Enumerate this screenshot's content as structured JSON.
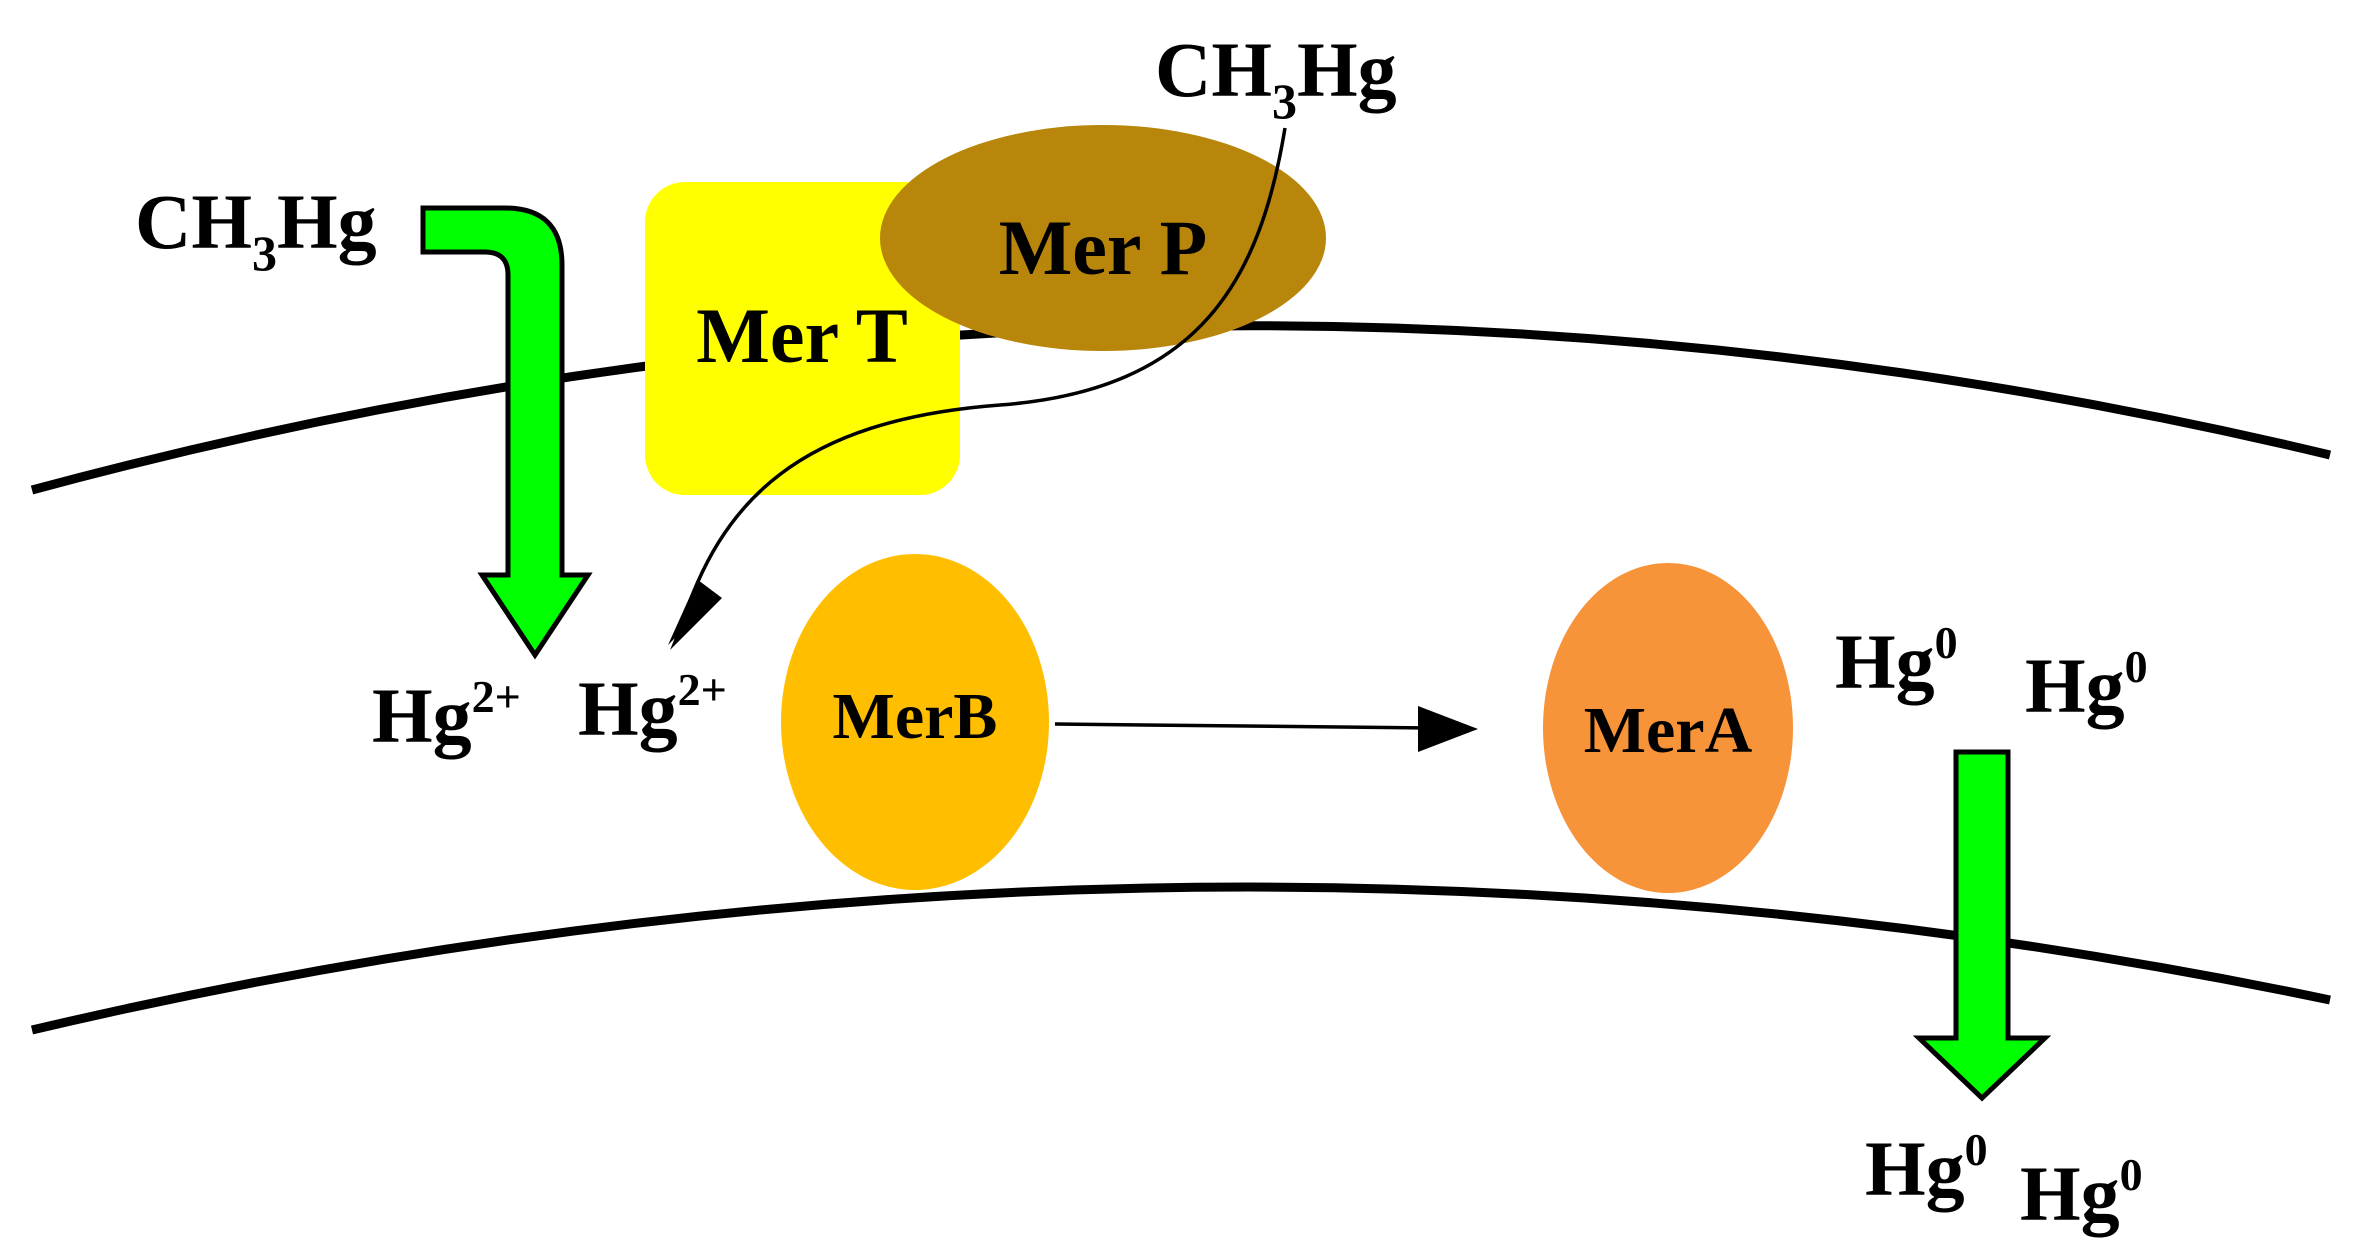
{
  "colors": {
    "membrane": "#000000",
    "arrow_green": "#00ff00",
    "mer_t": "#ffff00",
    "mer_p": "#b8860b",
    "mer_b": "#ffbf00",
    "mer_a": "#f79338"
  },
  "proteins": {
    "mer_t": "Mer T",
    "mer_p": "Mer P",
    "mer_b": "MerB",
    "mer_a": "MerA"
  },
  "species": {
    "ch3hg_left": {
      "base": "CH",
      "sub": "3",
      "tail": "Hg"
    },
    "ch3hg_top": {
      "base": "CH",
      "sub": "3",
      "tail": "Hg"
    },
    "hg2_left": {
      "base": "Hg",
      "sup": "2+"
    },
    "hg2_right": {
      "base": "Hg",
      "sup": "2+"
    },
    "hg0_in_left": {
      "base": "Hg",
      "sup": "0"
    },
    "hg0_in_right": {
      "base": "Hg",
      "sup": "0"
    },
    "hg0_out_left": {
      "base": "Hg",
      "sup": "0"
    },
    "hg0_out_right": {
      "base": "Hg",
      "sup": "0"
    }
  }
}
